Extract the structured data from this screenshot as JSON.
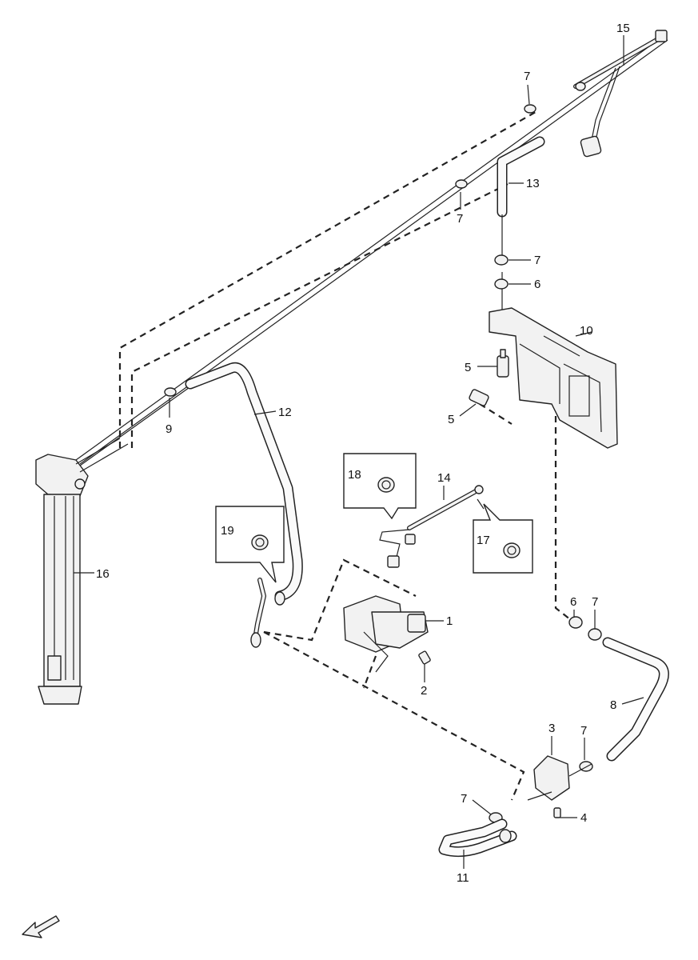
{
  "diagram": {
    "callouts": {
      "c1": "1",
      "c2": "2",
      "c3": "3",
      "c4": "4",
      "c5a": "5",
      "c5b": "5",
      "c6a": "6",
      "c6b": "6",
      "c7a": "7",
      "c7b": "7",
      "c7c": "7",
      "c7d": "7",
      "c7e": "7",
      "c7f": "7",
      "c8": "8",
      "c9": "9",
      "c10": "10",
      "c11": "11",
      "c12": "12",
      "c13": "13",
      "c14": "14",
      "c15": "15",
      "c16": "16",
      "c17": "17",
      "c18": "18",
      "c19": "19"
    }
  }
}
